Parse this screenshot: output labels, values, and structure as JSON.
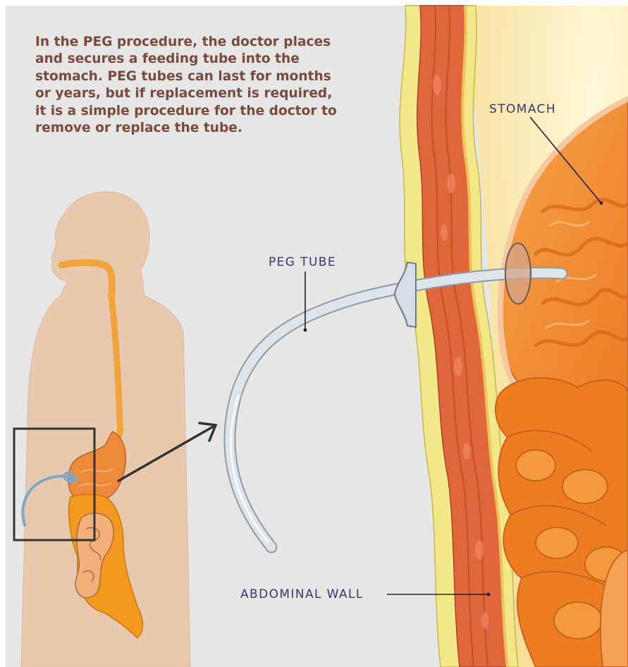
{
  "intro_lines": [
    "In the PEG procedure, the doctor places",
    "and secures a feeding tube into the",
    "stomach. PEG tubes can last for months",
    "or years, but if replacement is required,",
    "it is a simple procedure for the doctor to",
    "remove or replace the tube."
  ],
  "labels": {
    "stomach": "STOMACH",
    "peg_tube": "PEG TUBE",
    "abdominal_wall": "ABDOMINAL WALL"
  },
  "colors": {
    "text_brown": "#7a4a3c",
    "label_purple": "#3d3470",
    "background_gray": "#e6e6e6",
    "stomach_orange": "#f08a30",
    "muscle_red": "#e0663c",
    "fat_yellow": "#f2e88a",
    "tube_blue": "#c7d2dc"
  }
}
